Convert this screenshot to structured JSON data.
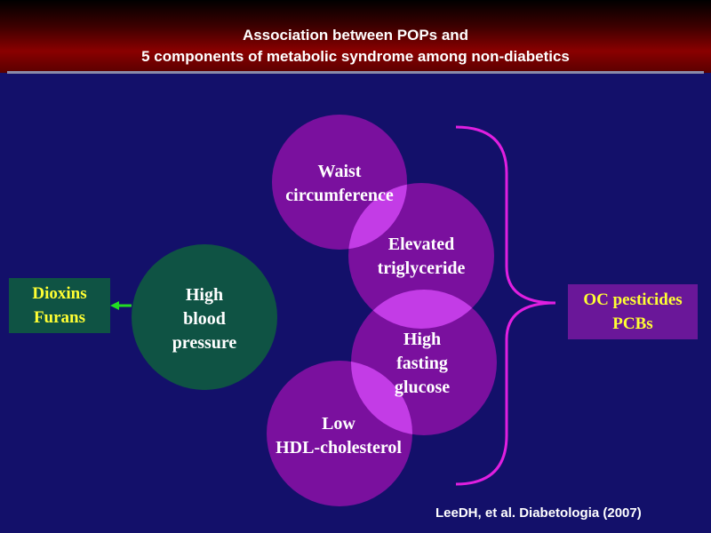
{
  "title": {
    "line1": "Association between POPs and",
    "line2": "5 components of metabolic syndrome among non-diabetics"
  },
  "components": {
    "waist": [
      "Waist",
      "circumference"
    ],
    "triglyceride": [
      "Elevated",
      "triglyceride"
    ],
    "blood_pressure": [
      "High",
      "blood",
      "pressure"
    ],
    "glucose": [
      "High",
      "fasting",
      "glucose"
    ],
    "hdl": [
      "Low",
      "HDL-cholesterol"
    ]
  },
  "left_box": [
    "Dioxins",
    "Furans"
  ],
  "right_box": [
    "OC pesticides",
    "PCBs"
  ],
  "citation": "LeeDH, et al. Diabetologia (2007)",
  "colors": {
    "background": "#13106a",
    "metabolic_circle": "#7a109e",
    "overlap": "#c33ce6",
    "blood_pressure_circle": "#0f5344",
    "brace": "#e01fe0",
    "arrow": "#22dd22",
    "box_text": "#ffff33"
  }
}
